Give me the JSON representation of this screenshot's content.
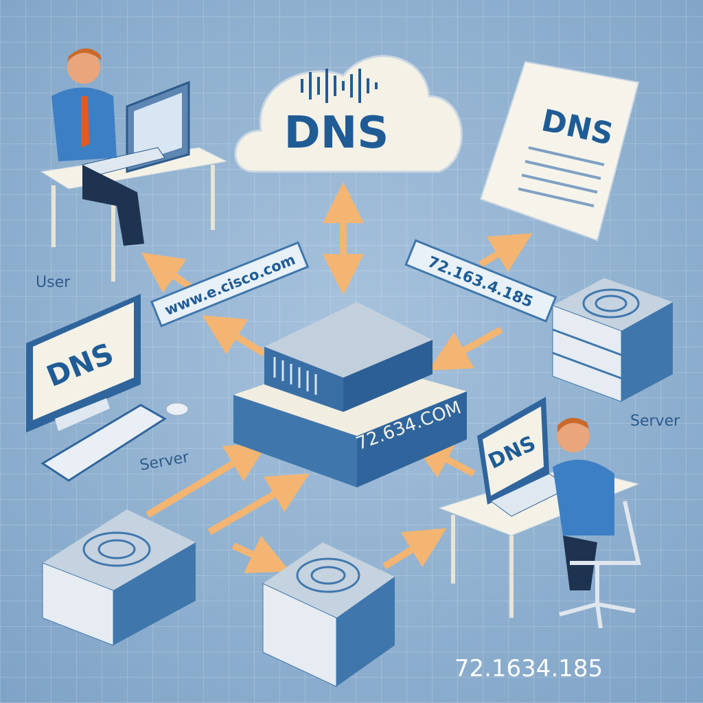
{
  "cloud": {
    "title": "DNS"
  },
  "document": {
    "title": "DNS"
  },
  "user": {
    "label": "User"
  },
  "ribbon_domain": {
    "text": "www.e.cisco.com"
  },
  "ribbon_ip": {
    "text": "72.163.4.185"
  },
  "monitor": {
    "title": "DNS"
  },
  "left_server": {
    "label": "Server"
  },
  "right_server": {
    "label": "Server"
  },
  "central_server": {
    "label": "72.634.COM"
  },
  "laptop": {
    "title": "DNS"
  },
  "footer_ip": {
    "text": "72.1634.185"
  },
  "colors": {
    "background": "#8fb0cf",
    "arrow": "#f3b571",
    "accent_blue": "#1f5c96",
    "server_gray": "#b9c6d3"
  }
}
